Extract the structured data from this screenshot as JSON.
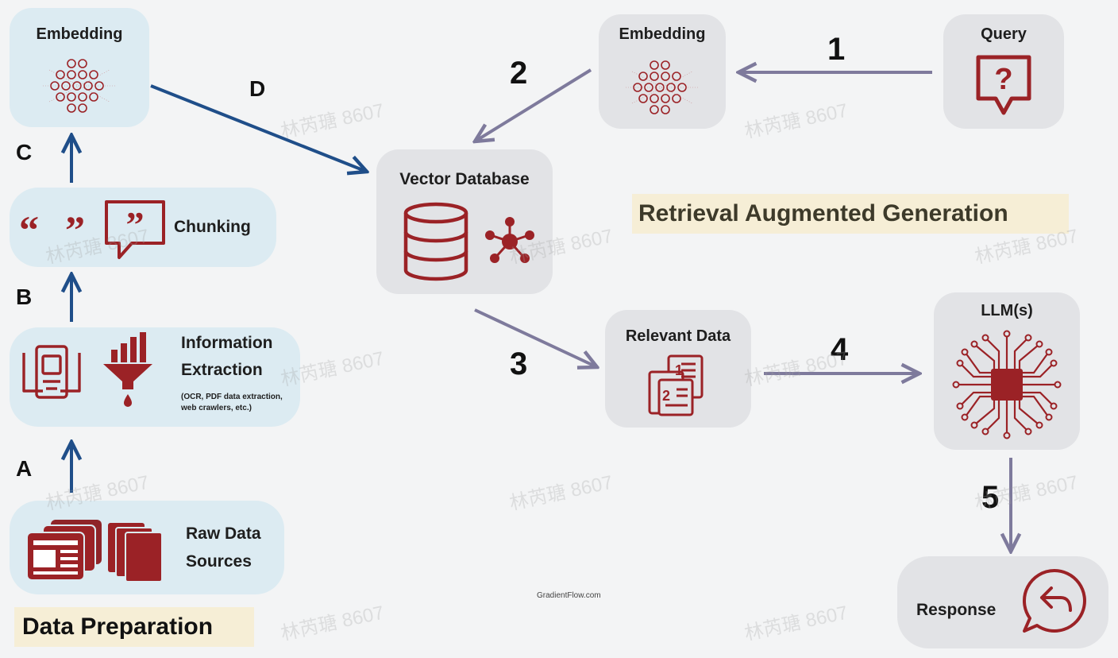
{
  "data_preparation": {
    "section_title": "Data Preparation",
    "raw_data_sources": {
      "line1": "Raw Data",
      "line2": "Sources"
    },
    "information_extraction": {
      "line1": "Information",
      "line2": "Extraction",
      "note_line1": "(OCR, PDF data extraction,",
      "note_line2": "web crawlers, etc.)"
    },
    "chunking": {
      "label": "Chunking",
      "open_quote": "“",
      "close_quote": "”"
    },
    "embedding": {
      "label": "Embedding"
    }
  },
  "step_letters": {
    "a": "A",
    "b": "B",
    "c": "C",
    "d": "D"
  },
  "vector_database": {
    "label": "Vector Database"
  },
  "retrieval": {
    "section_title": "Retrieval Augmented Generation",
    "query": {
      "label": "Query"
    },
    "embedding": {
      "label": "Embedding"
    },
    "relevant_data": {
      "label": "Relevant Data",
      "doc1": "1",
      "doc2": "2"
    },
    "llm": {
      "label": "LLM(s)"
    },
    "response": {
      "label": "Response"
    }
  },
  "step_numbers": {
    "s1": "1",
    "s2": "2",
    "s3": "3",
    "s4": "4",
    "s5": "5"
  },
  "credit": "GradientFlow.com",
  "watermark": "林芮瑭 8607",
  "colors": {
    "icon_red": "#9b2226",
    "prep_arrow": "#1f4e89",
    "rag_arrow": "#7e7a9c",
    "prep_box": "#dcebf2",
    "rag_box": "#e2e3e6",
    "title_highlight": "#f6eed6"
  }
}
